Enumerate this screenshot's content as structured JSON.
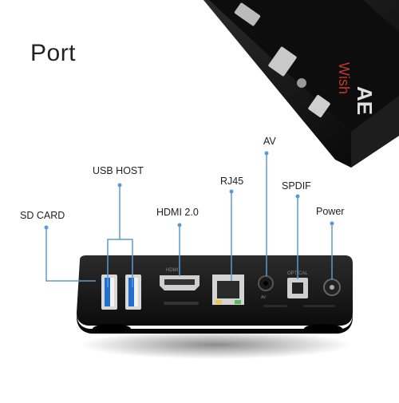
{
  "heading": "Port",
  "brand_text": "Wish",
  "brand_logo": "AE",
  "labels": {
    "sd_card": "SD CARD",
    "usb_host": "USB HOST",
    "hdmi": "HDMI 2.0",
    "rj45": "RJ45",
    "av": "AV",
    "spdif": "SPDIF",
    "power": "Power"
  },
  "port_markings": {
    "hdmi": "HDMI",
    "optical": "OPTICAL",
    "av": "AV"
  },
  "colors": {
    "callout": "#5b9bd5",
    "device": "#141414",
    "brand_red": "#c0392b"
  }
}
